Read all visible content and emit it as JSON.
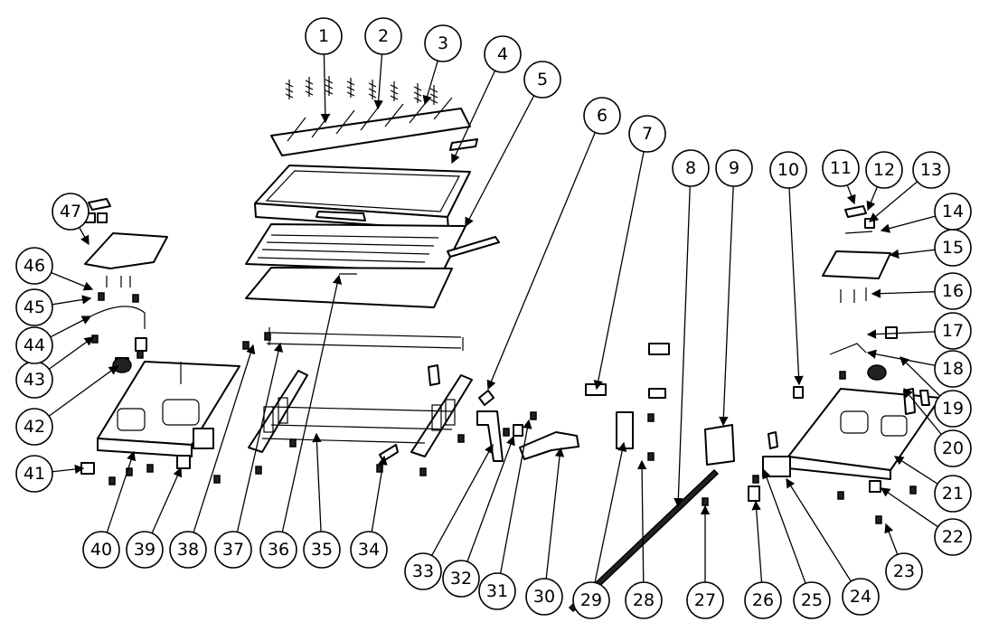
{
  "diagram": {
    "callouts": [
      "1",
      "2",
      "3",
      "4",
      "5",
      "6",
      "7",
      "8",
      "9",
      "10",
      "11",
      "12",
      "13",
      "14",
      "15",
      "16",
      "17",
      "18",
      "19",
      "20",
      "21",
      "22",
      "23",
      "24",
      "25",
      "26",
      "27",
      "28",
      "29",
      "30",
      "31",
      "32",
      "33",
      "34",
      "35",
      "36",
      "37",
      "38",
      "39",
      "40",
      "41",
      "42",
      "43",
      "44",
      "45",
      "46",
      "47"
    ]
  },
  "colors": {
    "line": "#000000",
    "background": "#ffffff"
  }
}
